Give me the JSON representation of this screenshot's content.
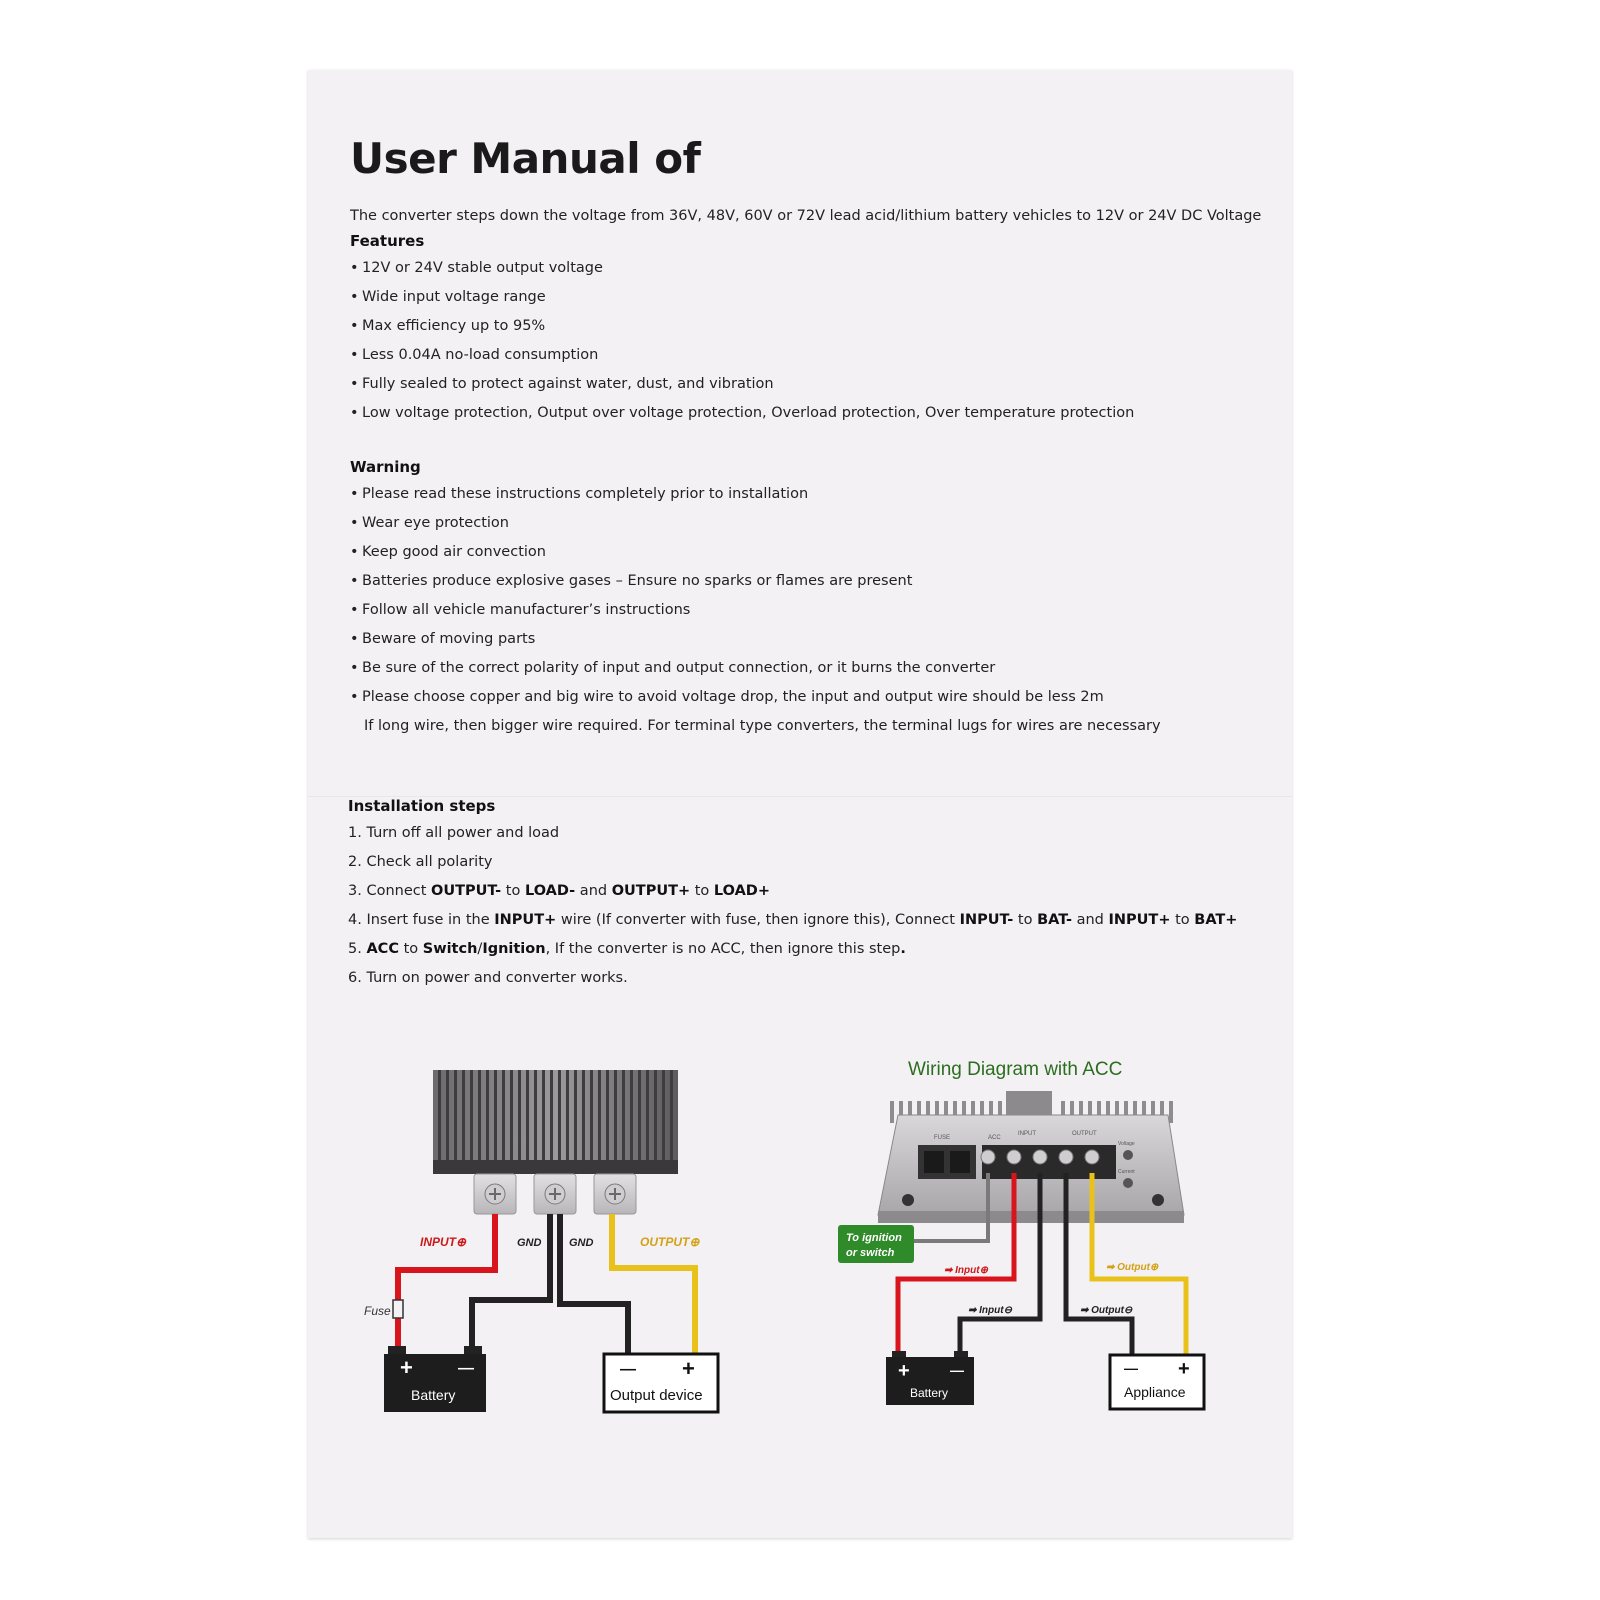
{
  "manual": {
    "title": "User Manual of",
    "intro": "The converter steps down the voltage from 36V, 48V, 60V or 72V lead acid/lithium battery vehicles to 12V or 24V DC Voltage",
    "features_heading": "Features",
    "features": [
      "12V or 24V stable output voltage",
      "Wide input voltage range",
      "Max efficiency up to 95%",
      "Less 0.04A no-load consumption",
      "Fully sealed to protect against water, dust, and vibration",
      "Low voltage protection, Output over voltage protection, Overload protection, Over temperature protection"
    ],
    "warning_heading": "Warning",
    "warnings": [
      "Please read these instructions completely prior to installation",
      "Wear eye protection",
      "Keep good air convection",
      "Batteries produce explosive gases – Ensure no sparks or flames are present",
      "Follow all vehicle manufacturer’s instructions",
      "Beware of moving parts",
      "Be sure of the correct polarity of input and output connection, or it burns the converter",
      "Please choose copper and big wire to avoid voltage drop, the input and output wire should be less 2m"
    ],
    "warning_continuation": "If long wire, then bigger wire required. For terminal type converters, the terminal lugs for wires are necessary",
    "bullet": "•"
  },
  "installation": {
    "heading": "Installation steps",
    "steps": [
      {
        "n": "1.",
        "parts": [
          {
            "t": "Turn off all power and load",
            "b": false
          }
        ]
      },
      {
        "n": "2.",
        "parts": [
          {
            "t": "Check all polarity",
            "b": false
          }
        ]
      },
      {
        "n": "3.",
        "parts": [
          {
            "t": "Connect ",
            "b": false
          },
          {
            "t": "OUTPUT-",
            "b": true
          },
          {
            "t": " to ",
            "b": false
          },
          {
            "t": "LOAD-",
            "b": true
          },
          {
            "t": " and ",
            "b": false
          },
          {
            "t": "OUTPUT+",
            "b": true
          },
          {
            "t": " to ",
            "b": false
          },
          {
            "t": "LOAD+",
            "b": true
          }
        ]
      },
      {
        "n": "4.",
        "parts": [
          {
            "t": "Insert fuse in the ",
            "b": false
          },
          {
            "t": "INPUT+",
            "b": true
          },
          {
            "t": " wire (If converter with fuse, then ignore this), Connect ",
            "b": false
          },
          {
            "t": "INPUT-",
            "b": true
          },
          {
            "t": " to ",
            "b": false
          },
          {
            "t": "BAT-",
            "b": true
          },
          {
            "t": " and ",
            "b": false
          },
          {
            "t": "INPUT+",
            "b": true
          },
          {
            "t": " to ",
            "b": false
          },
          {
            "t": "BAT+",
            "b": true
          }
        ]
      },
      {
        "n": "5.",
        "parts": [
          {
            "t": "ACC",
            "b": true
          },
          {
            "t": " to ",
            "b": false
          },
          {
            "t": "Switch",
            "b": true
          },
          {
            "t": "/",
            "b": false
          },
          {
            "t": "Ignition",
            "b": true
          },
          {
            "t": ", If the converter is no ACC, then ignore this step",
            "b": false
          },
          {
            "t": ".",
            "b": true
          }
        ]
      },
      {
        "n": "6.",
        "parts": [
          {
            "t": "Turn on power and converter works.",
            "b": false
          }
        ]
      }
    ]
  },
  "diagram_left": {
    "input_label": "INPUT⊕",
    "gnd_label_1": "GND",
    "gnd_label_2": "GND",
    "output_label": "OUTPUT⊕",
    "fuse_label": "Fuse",
    "battery_label": "Battery",
    "battery_plus": "+",
    "battery_minus": "—",
    "device_label": "Output device",
    "device_plus": "+",
    "device_minus": "—"
  },
  "diagram_right": {
    "title": "Wiring Diagram with ACC",
    "ignition_label_1": "To ignition",
    "ignition_label_2": "or switch",
    "input_pos_label": "➡ Input⊕",
    "input_neg_label": "➡ Input⊖",
    "output_pos_label": "➡ Output⊕",
    "output_neg_label": "➡ Output⊖",
    "battery_label": "Battery",
    "battery_plus": "+",
    "battery_minus": "—",
    "appliance_label": "Appliance",
    "appliance_plus": "+",
    "appliance_minus": "—",
    "panel_fuse": "FUSE",
    "panel_acc": "ACC",
    "panel_input": "INPUT",
    "panel_output": "OUTPUT",
    "panel_voltage": "Voltage",
    "panel_current": "Current"
  },
  "colors": {
    "paper": "#f3f1f4",
    "wire_red": "#d8141c",
    "wire_black": "#222222",
    "wire_yellow": "#e8c21a",
    "label_red": "#cc1a1a",
    "label_yellow": "#d4a015",
    "diagram_green": "#2c6e1f",
    "badge_green": "#2f8a2a"
  }
}
